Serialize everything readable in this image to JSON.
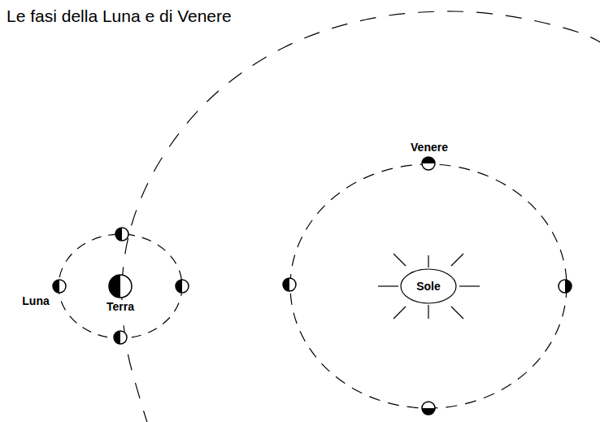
{
  "diagram": {
    "title": "Le fasi della Luna e di Venere",
    "nodes": [
      {
        "text": [
          "Sole"
        ]
      }
    ],
    "labels": [
      "Venere",
      "Luna",
      "Terra"
    ]
  }
}
